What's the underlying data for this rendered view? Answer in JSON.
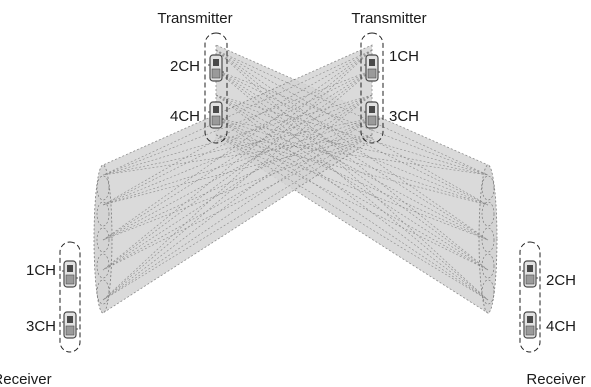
{
  "transmitters": [
    {
      "label": "Transmitter",
      "channels": [
        "2CH",
        "4CH"
      ]
    },
    {
      "label": "Transmitter",
      "channels": [
        "1CH",
        "3CH"
      ]
    }
  ],
  "receivers": [
    {
      "label": "Receiver",
      "channels": [
        "1CH",
        "3CH"
      ]
    },
    {
      "label": "Receiver",
      "channels": [
        "2CH",
        "4CH"
      ]
    }
  ],
  "colors": {
    "beam_fill": "#d4d4d4",
    "beam_edge": "#7a7a7a",
    "ray": "#8a8a8a",
    "device_fill": "#e2e2e2",
    "device_dark": "#4a4a4a",
    "text": "#1a1a1a"
  }
}
